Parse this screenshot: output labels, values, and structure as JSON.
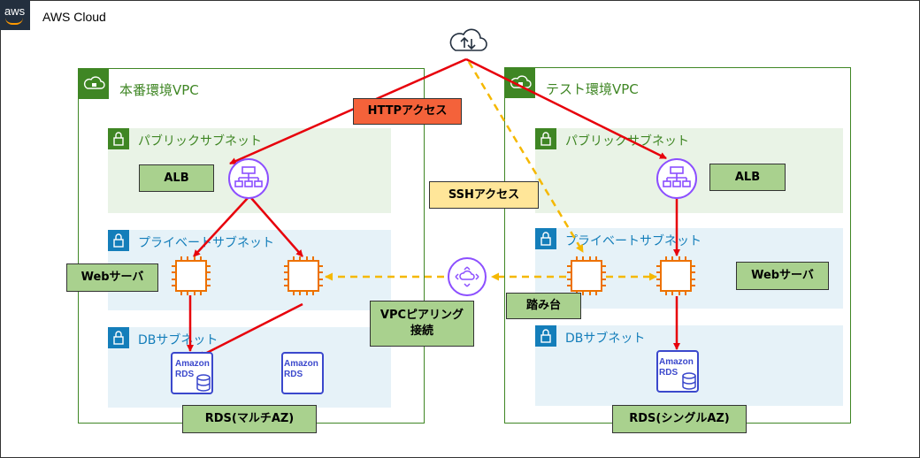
{
  "header": {
    "aws_logo_text": "aws",
    "cloud_label": "AWS Cloud"
  },
  "prod_vpc": {
    "label": "本番環境VPC",
    "public_subnet": "パブリックサブネット",
    "private_subnet": "プライベートサブネット",
    "db_subnet": "DBサブネット",
    "alb": "ALB",
    "web_server": "Webサーバ",
    "rds": "RDS(マルチAZ)",
    "rds_icon_text": [
      "Amazon",
      "RDS"
    ]
  },
  "test_vpc": {
    "label": "テスト環境VPC",
    "public_subnet": "パブリックサブネット",
    "private_subnet": "プライベートサブネット",
    "db_subnet": "DBサブネット",
    "alb": "ALB",
    "web_server": "Webサーバ",
    "bastion": "踏み台",
    "rds": "RDS(シングルAZ)",
    "rds_icon_text": [
      "Amazon",
      "RDS"
    ]
  },
  "labels": {
    "http": "HTTPアクセス",
    "ssh": "SSHアクセス",
    "peering_line1": "VPCピアリング",
    "peering_line2": "接続"
  },
  "colors": {
    "vpc_green": "#3f8624",
    "private_blue": "#147eba",
    "ec2_orange": "#ed7100",
    "alb_purple": "#8c4fff",
    "rds_blue": "#3b48cc",
    "http_arrow": "#e7000b",
    "ssh_arrow": "#f5b800",
    "label_green": "#a9d18e",
    "label_red": "#f4623a",
    "label_yellow": "#ffe699"
  }
}
